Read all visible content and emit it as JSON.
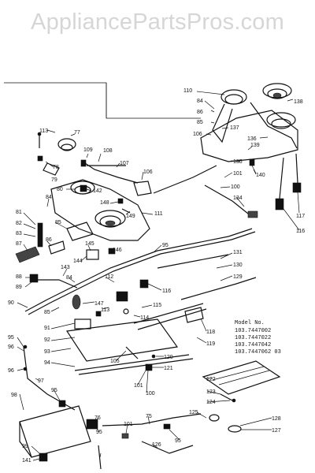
{
  "site": {
    "watermark": "AppliancePartsPros.com"
  },
  "model_info": {
    "title": "Model No.",
    "models": [
      "103.7447002",
      "103.7447022",
      "103.7447042",
      "103.7447062 03"
    ]
  },
  "callouts": {
    "c110": "110",
    "c138": "138",
    "c84a": "84",
    "c86a": "86",
    "c85a": "85",
    "c137": "137",
    "c106a": "106",
    "c136": "136",
    "c113": "113",
    "c77": "77",
    "c139": "139",
    "c109": "109",
    "c108": "108",
    "c135": "135",
    "c78": "78",
    "c107": "107",
    "c106b": "106",
    "c140": "140",
    "c79": "79",
    "c101a": "101",
    "c100a": "100",
    "c142": "142",
    "c80": "80",
    "c134": "134",
    "c148": "148",
    "c149": "149",
    "c111": "111",
    "c117": "117",
    "c84b": "84",
    "c81": "81",
    "c82": "82",
    "c85b": "85",
    "c116a": "116",
    "c83": "83",
    "c86b": "86",
    "c87": "87",
    "c145": "145",
    "c95a": "95",
    "c131": "131",
    "c146": "146",
    "c144": "144",
    "c130": "130",
    "c143": "143",
    "c112": "112",
    "c88": "88",
    "c84c": "84",
    "c89": "89",
    "c129": "129",
    "c116b": "116",
    "c90": "90",
    "c147": "147",
    "c115": "115",
    "c85c": "85",
    "c113b": "113",
    "c114": "114",
    "c91": "91",
    "c95b": "95",
    "c92": "92",
    "c119": "119",
    "c118": "118",
    "c96a": "96",
    "c93": "93",
    "c120": "120",
    "c94": "94",
    "c105": "105",
    "c121": "121",
    "c122": "122",
    "c96b": "96",
    "c97": "97",
    "c101b": "101",
    "c100b": "100",
    "c123": "123",
    "c95c": "95",
    "c124": "124",
    "c98": "98",
    "c76": "76",
    "c75": "75",
    "c125": "125",
    "c128": "128",
    "c101c": "101",
    "c127": "127",
    "c95d": "95",
    "c99": "99",
    "c95e": "95",
    "c126": "126",
    "c141": "141"
  }
}
